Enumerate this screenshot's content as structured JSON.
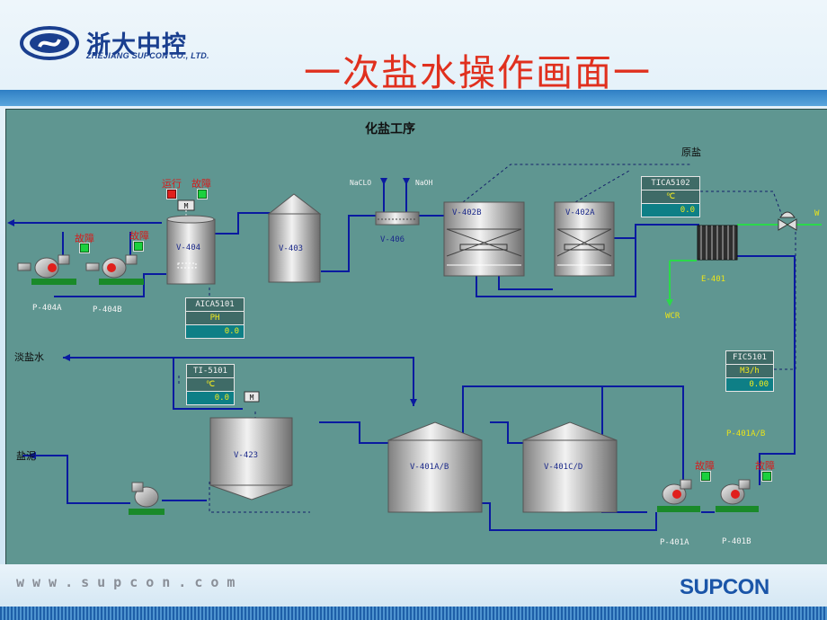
{
  "header": {
    "logo_cn": "浙大中控",
    "logo_en": "ZHEJIANG SUPCON CO., LTD.",
    "title": "一次盐水操作画面一"
  },
  "footer": {
    "url": "www.supcon.com",
    "brand": "SUPCON"
  },
  "hmi": {
    "section_title": "化盐工序",
    "raw_salt_label": "原盐",
    "light_brine_label": "淡盐水",
    "salt_mud_label": "盐泥",
    "naclo_label": "NaCLO",
    "naoh_label": "NaOH",
    "wcr_label": "WCR",
    "w_label": "W",
    "p401ab_label": "P-401A/B",
    "run_label": "运行",
    "fault_label": "故障",
    "motor_label": "M",
    "equipment": [
      {
        "id": "v404",
        "label": "V-404"
      },
      {
        "id": "v403",
        "label": "V-403"
      },
      {
        "id": "v406",
        "label": "V-406"
      },
      {
        "id": "v402b",
        "label": "V-402B"
      },
      {
        "id": "v402a",
        "label": "V-402A"
      },
      {
        "id": "e401",
        "label": "E-401"
      },
      {
        "id": "v423",
        "label": "V-423"
      },
      {
        "id": "v401ab",
        "label": "V-401A/B"
      },
      {
        "id": "v401cd",
        "label": "V-401C/D"
      },
      {
        "id": "p404a",
        "label": "P-404A"
      },
      {
        "id": "p404b",
        "label": "P-404B"
      },
      {
        "id": "p401a",
        "label": "P-401A"
      },
      {
        "id": "p401b",
        "label": "P-401B"
      }
    ],
    "faceplates": {
      "aica5101": {
        "tag": "AICA5101",
        "unit": "PH",
        "value": "0.0"
      },
      "tica5102": {
        "tag": "TICA5102",
        "unit": "℃",
        "value": "0.0"
      },
      "ti5101": {
        "tag": "TI-5101",
        "unit": "℃",
        "value": "0.0"
      },
      "fic5101": {
        "tag": "FIC5101",
        "unit": "M3/h",
        "value": "0.00"
      }
    }
  },
  "colors": {
    "hmi_background": "#5f9691",
    "pipe_blue": "#0a1aa0",
    "pipe_green": "#2bd94a",
    "title_red": "#e0301e",
    "running_green": "#1bd13e",
    "stop_red": "#e0201c"
  }
}
